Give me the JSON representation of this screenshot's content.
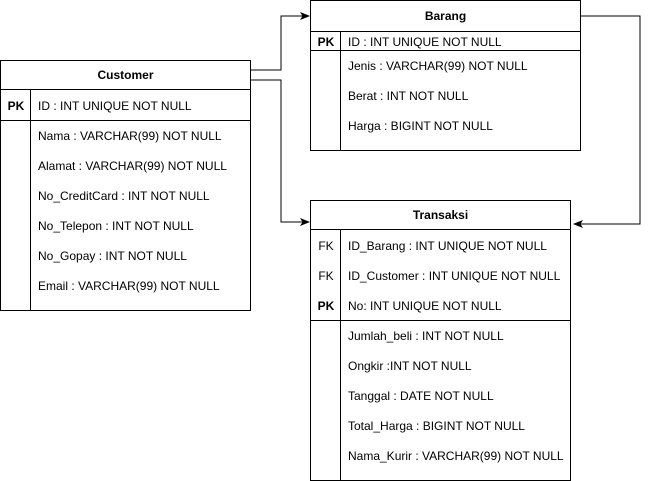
{
  "customer": {
    "title": "Customer",
    "pk_key": "PK",
    "pk_attr": "ID : INT UNIQUE NOT NULL",
    "attrs": [
      "Nama : VARCHAR(99) NOT NULL",
      "Alamat : VARCHAR(99) NOT NULL",
      "No_CreditCard : INT NOT NULL",
      "No_Telepon : INT NOT NULL",
      "No_Gopay : INT NOT NULL",
      "Email : VARCHAR(99) NOT NULL"
    ]
  },
  "barang": {
    "title": "Barang",
    "pk_key": "PK",
    "pk_attr": "ID : INT UNIQUE NOT NULL",
    "attrs": [
      "Jenis : VARCHAR(99) NOT NULL",
      "Berat : INT NOT NULL",
      "Harga : BIGINT NOT NULL"
    ]
  },
  "transaksi": {
    "title": "Transaksi",
    "key_rows": [
      {
        "key": "FK",
        "attr": "ID_Barang : INT UNIQUE NOT NULL"
      },
      {
        "key": "FK",
        "attr": "ID_Customer : INT UNIQUE NOT NULL"
      },
      {
        "key": "PK",
        "attr": "No: INT UNIQUE NOT NULL"
      }
    ],
    "attrs": [
      "Jumlah_beli : INT NOT NULL",
      "Ongkir :INT NOT NULL",
      "Tanggal : DATE NOT NULL",
      "Total_Harga : BIGINT NOT NULL",
      "Nama_Kurir : VARCHAR(99) NOT NULL"
    ]
  },
  "colors": {
    "line": "#000000",
    "background": "#ffffff"
  }
}
